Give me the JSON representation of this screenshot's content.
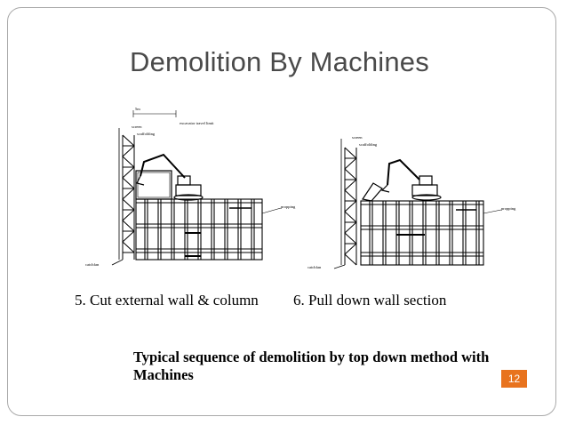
{
  "slide": {
    "title": "Demolition By Machines",
    "page_number": "12"
  },
  "figure": {
    "caption_step5": "5.    Cut external wall & column",
    "caption_step6": "6. Pull down wall section",
    "title": "Typical sequence of demolition by top down method with Machines",
    "left_labels": {
      "dimension": "5m",
      "excavator_travel": "excavator travel limit",
      "screen": "screen",
      "scaffolding": "scaffolding",
      "propping": "propping",
      "catchfan": "catchfan"
    },
    "right_labels": {
      "screen": "screen",
      "scaffolding": "scaffolding",
      "propping": "propping",
      "catchfan": "catchfan"
    }
  },
  "colors": {
    "title_text": "#4a4a4a",
    "frame_border": "#a9a9a9",
    "badge_background": "#e8731e"
  }
}
